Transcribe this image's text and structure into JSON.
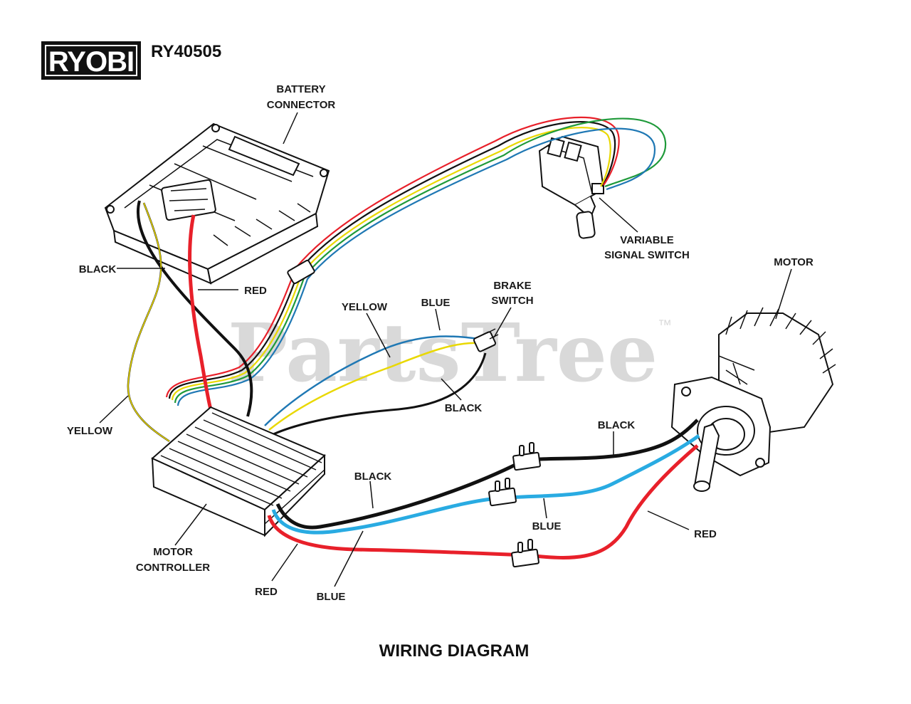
{
  "brand": {
    "logo_text": "RYOBI",
    "model": "RY40505"
  },
  "watermark": {
    "text": "PartsTree",
    "tm": "™"
  },
  "title": "WIRING DIAGRAM",
  "labels": {
    "battery_connector": [
      "BATTERY",
      "CONNECTOR"
    ],
    "variable_signal_switch": [
      "VARIABLE",
      "SIGNAL SWITCH"
    ],
    "motor": "MOTOR",
    "brake_switch": [
      "BRAKE",
      "SWITCH"
    ],
    "black_left": "BLACK",
    "red_left": "RED",
    "yellow_top": "YELLOW",
    "blue_top": "BLUE",
    "black_brake": "BLACK",
    "yellow_left": "YELLOW",
    "black_right": "BLACK",
    "black_middle": "BLACK",
    "blue_middle": "BLUE",
    "red_right": "RED",
    "motor_controller": [
      "MOTOR",
      "CONTROLLER"
    ],
    "red_bottom": "RED",
    "blue_bottom": "BLUE"
  },
  "colors": {
    "black_wire": "#111111",
    "red_wire": "#e8202a",
    "blue_wire": "#29abe2",
    "yellow_wire": "#e9d800",
    "green_wire": "#1f9a3a",
    "thin_blue_wire": "#1f78b4"
  }
}
